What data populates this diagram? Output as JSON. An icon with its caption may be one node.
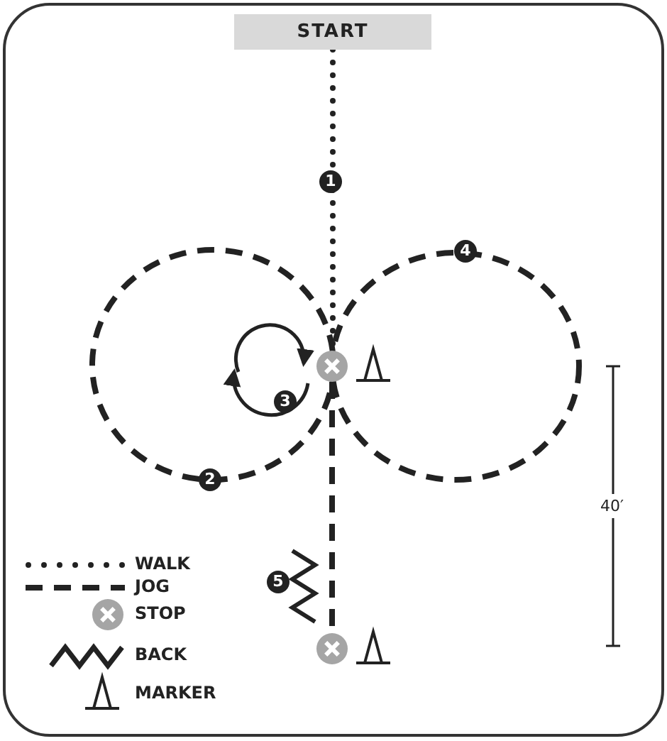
{
  "diagram": {
    "nodes": [
      {
        "text": [
          "START"
        ]
      },
      {
        "text": [],
        "shape": "circle"
      },
      {
        "text": [],
        "shape": "circle"
      }
    ],
    "edges": [
      {
        "from": 0,
        "to": 1,
        "arrow": "none"
      },
      {
        "from": 1,
        "to": 2,
        "arrow": "none",
        "style": "dashed"
      }
    ],
    "labels": [
      "1",
      "4",
      "3",
      "2",
      "40′",
      "5"
    ],
    "legend": [
      {
        "text": "WALK"
      },
      {
        "text": "JOG"
      },
      {
        "text": "STOP"
      },
      {
        "text": "BACK"
      },
      {
        "text": "MARKER"
      }
    ]
  }
}
